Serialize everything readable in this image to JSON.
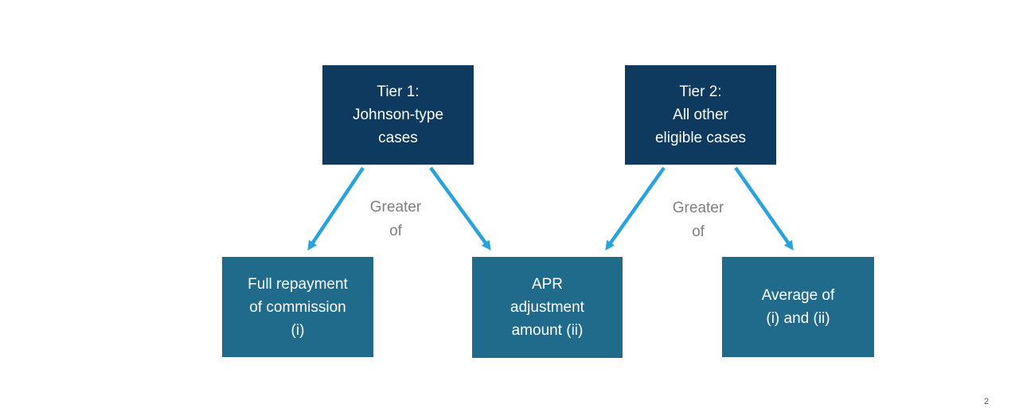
{
  "slide": {
    "page_number": "2",
    "colors": {
      "background": "#ffffff",
      "tier_box": "#0d3a5e",
      "outcome_box": "#206b8c",
      "arrow": "#29a3dc",
      "box_text": "#ffffff",
      "edge_label_text": "#7f7f7f",
      "page_number_text": "#595959"
    },
    "nodes": {
      "tier1": {
        "label": "Tier 1:\nJohnson-type\ncases"
      },
      "tier2": {
        "label": "Tier 2:\nAll other\neligible cases"
      },
      "outcome1": {
        "label": "Full repayment\nof commission\n(i)"
      },
      "outcome2": {
        "label": "APR\nadjustment\namount (ii)"
      },
      "outcome3": {
        "label": "Average of\n(i) and (ii)"
      }
    },
    "edges": {
      "tier1_rule_label": "Greater\nof",
      "tier2_rule_label": "Greater\nof"
    }
  }
}
